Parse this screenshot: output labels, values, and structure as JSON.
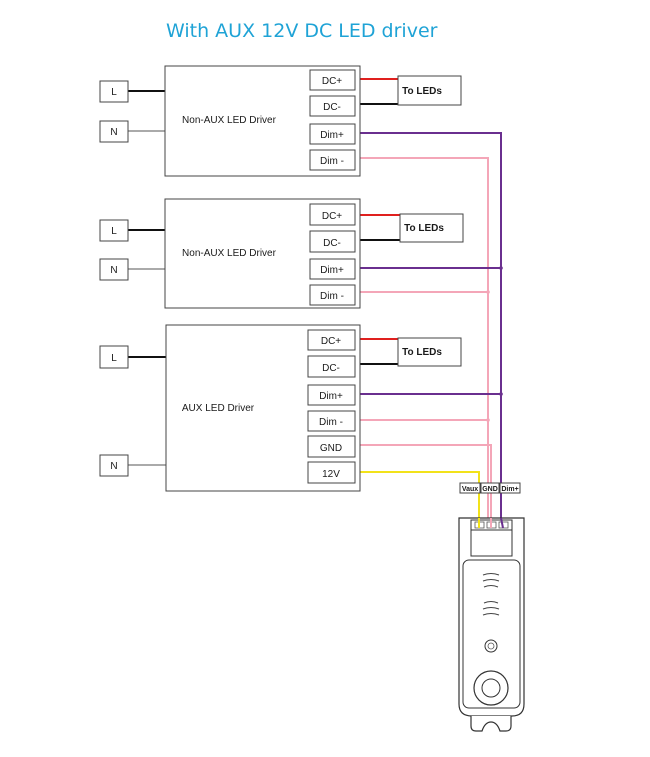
{
  "title": "With AUX 12V DC LED driver",
  "input_labels": {
    "line": "L",
    "neutral": "N"
  },
  "output_label": "To LEDs",
  "drivers": [
    {
      "name": "Non-AUX  LED Driver",
      "terminals": [
        "DC+",
        "DC-",
        "Dim+",
        "Dim -"
      ]
    },
    {
      "name": "Non-AUX  LED Driver",
      "terminals": [
        "DC+",
        "DC-",
        "Dim+",
        "Dim -"
      ]
    },
    {
      "name": "AUX  LED Driver",
      "terminals": [
        "DC+",
        "DC-",
        "Dim+",
        "Dim -",
        "GND",
        "12V"
      ]
    }
  ],
  "controller_terminals": [
    "Vaux",
    "GND",
    "Dim+"
  ],
  "colors": {
    "title": "#1fa3d6",
    "dc_plus_wire": "#e0201e",
    "dc_minus_wire": "#111111",
    "dim_plus_wire": "#6a2f8f",
    "dim_minus_wire": "#f4a6b8",
    "gnd_wire": "#f4a6b8",
    "aux_12v_wire": "#f2e21a",
    "line_wire": "#111111",
    "neutral_wire": "#777777"
  }
}
